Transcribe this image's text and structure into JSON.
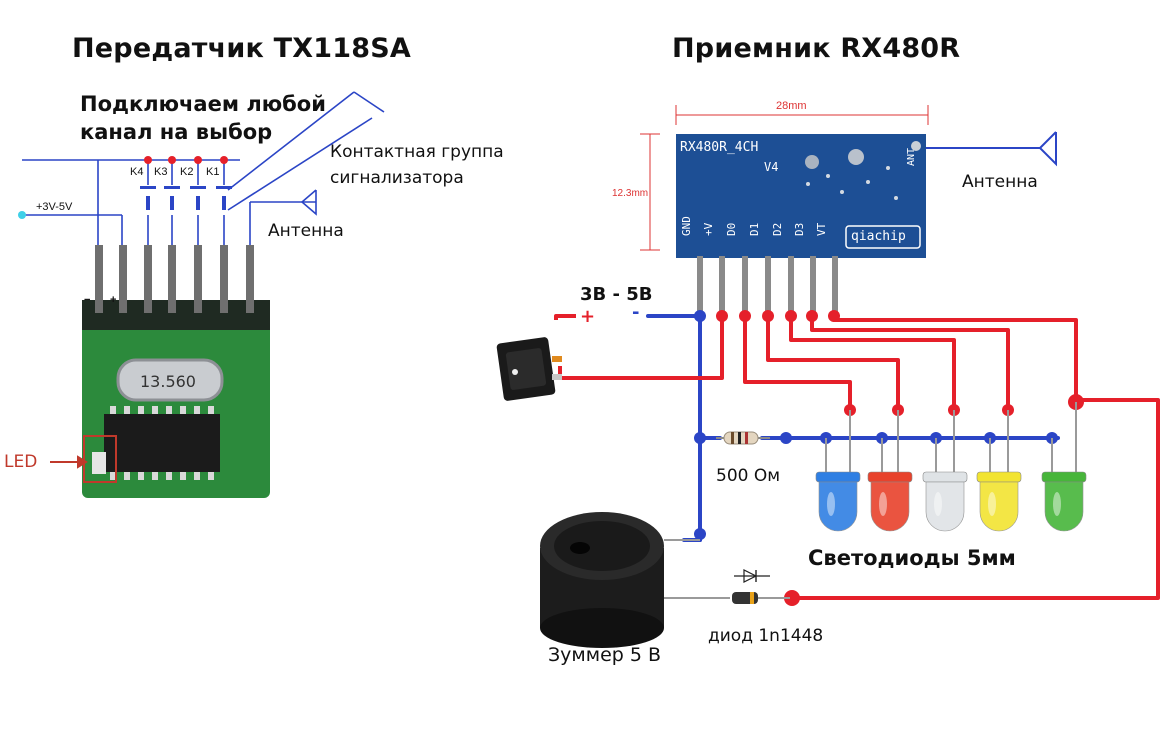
{
  "transmitter": {
    "title": "Передатчик TX118SA",
    "hint_line1": "Подключаем любой",
    "hint_line2": "канал на выбор",
    "contact_line1": "Контактная группа",
    "contact_line2": "сигнализатора",
    "antenna": "Антенна",
    "power": "+3V-5V",
    "minus": "−",
    "plus": "+",
    "keys": [
      "K4",
      "K3",
      "K2",
      "K1"
    ],
    "crystal": "13.560",
    "led": "LED"
  },
  "receiver": {
    "title": "Приемник RX480R",
    "width": "28mm",
    "height": "12.3mm",
    "board_name": "RX480R_4CH",
    "board_version": "V4",
    "brand": "qiachip",
    "ant_pin": "ANT",
    "pins": [
      "GND",
      "+V",
      "D0",
      "D1",
      "D2",
      "D3",
      "VT"
    ],
    "antenna": "Антенна",
    "supply": "3В - 5В",
    "plus": "+",
    "minus": "-",
    "resistor": "500 Ом",
    "leds": "Светодиоды 5мм",
    "diode": "диод 1n1448",
    "buzzer": "Зуммер 5 В"
  },
  "colors": {
    "blue_wire": "#2b45c6",
    "red_wire": "#e5202a",
    "pcb_blue": "#1d4f95",
    "pcb_green": "#2c8a3c",
    "led_colors": [
      "#2f7fe3",
      "#e8422c",
      "#dfe3e6",
      "#f2e431",
      "#47b53a"
    ]
  }
}
